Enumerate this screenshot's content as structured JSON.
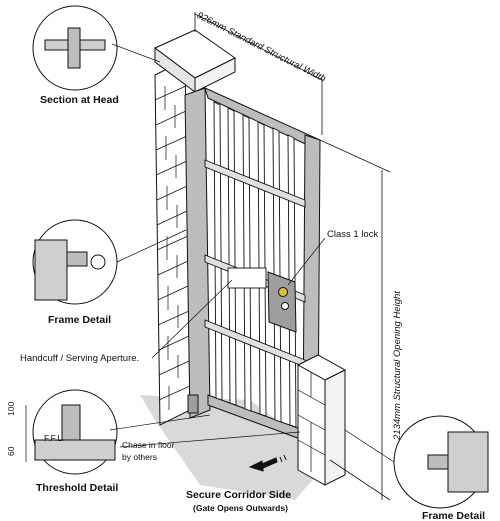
{
  "labels": {
    "section_head": "Section at Head",
    "frame_detail_left": "Frame Detail",
    "frame_detail_right": "Frame Detail",
    "threshold_detail": "Threshold Detail",
    "handcuff": "Handcuff / Serving Aperture.",
    "class_lock": "Class 1 lock",
    "chase_line1": "Chase in floor",
    "chase_line2": "by others",
    "corridor_line1": "Secure Corridor Side",
    "corridor_line2": "(Gate Opens Outwards)",
    "width_dim": "926mm Standard Structural Width",
    "height_dim": "2134mm Structural Opening Height",
    "dim_100": "100",
    "dim_60": "60",
    "ffl": "F.F.L."
  },
  "colors": {
    "line": "#111111",
    "frame_grey": "#bdbdbd",
    "floor_grey": "#d9d9d9",
    "detail_grey": "#cfcfcf",
    "lock_plate": "#9e9e9e"
  },
  "icons": {
    "arrow": "outward-arrow-icon",
    "lock": "lock-icon"
  }
}
